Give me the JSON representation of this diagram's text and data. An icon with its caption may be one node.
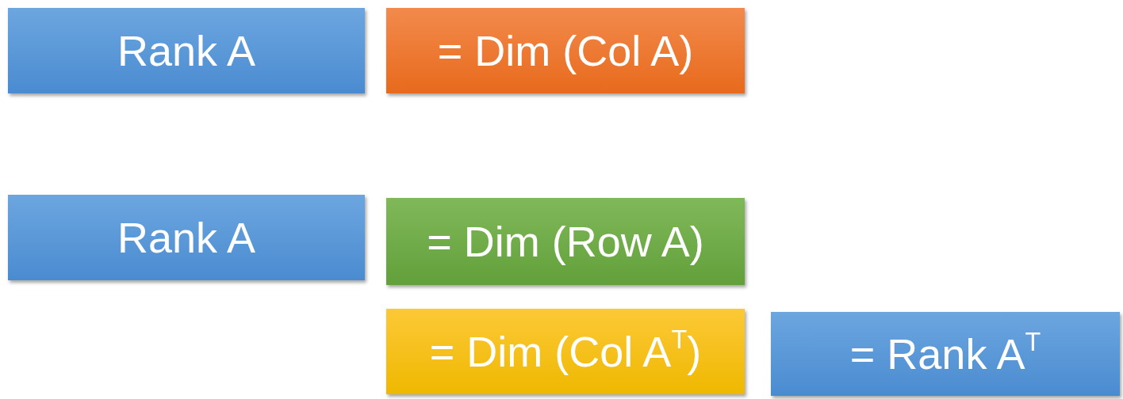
{
  "diagram": {
    "nodes": [
      {
        "text": [
          "Rank A"
        ]
      },
      {
        "text": [
          "= Dim (Col A)"
        ]
      },
      {
        "text": [
          "Rank A"
        ]
      },
      {
        "text": [
          "= Dim (Row A)"
        ]
      },
      {
        "text": [
          "= Dim (Col A$^{T}$)"
        ]
      },
      {
        "text": [
          "= Rank A$^{T}$"
        ]
      }
    ]
  }
}
